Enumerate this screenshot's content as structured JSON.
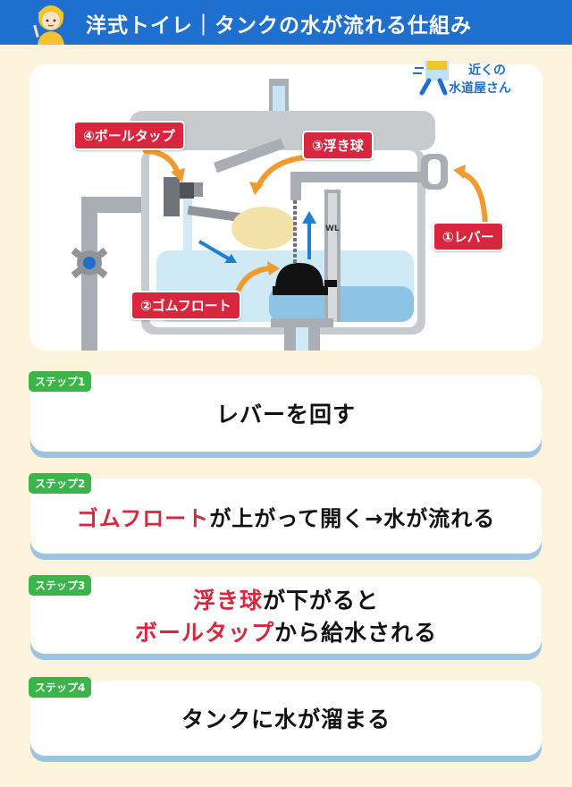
{
  "header": {
    "title": "洋式トイレ｜タンクの水が流れる仕組み"
  },
  "logo": {
    "line1": "近くの",
    "line2": "水道屋さん"
  },
  "diagram": {
    "callouts": {
      "lever": "①レバー",
      "rubber_float": "②ゴムフロート",
      "float_ball": "③浮き球",
      "ball_tap": "④ボールタップ"
    },
    "wl_label": "WL"
  },
  "steps": [
    {
      "badge": "ステップ1",
      "line1": [
        {
          "text": "レバーを回す",
          "hl": false
        }
      ]
    },
    {
      "badge": "ステップ2",
      "line1": [
        {
          "text": "ゴムフロート",
          "hl": true
        },
        {
          "text": "が上がって開く→水が流れる",
          "hl": false
        }
      ]
    },
    {
      "badge": "ステップ3",
      "line1": [
        {
          "text": "浮き球",
          "hl": true
        },
        {
          "text": "が下がると",
          "hl": false
        }
      ],
      "line2": [
        {
          "text": "ボールタップ",
          "hl": true
        },
        {
          "text": "から給水される",
          "hl": false
        }
      ]
    },
    {
      "badge": "ステップ4",
      "line1": [
        {
          "text": "タンクに水が溜まる",
          "hl": false
        }
      ]
    }
  ],
  "colors": {
    "header_bg": "#1f6fcf",
    "page_bg": "#fbf3dc",
    "accent_red": "#d7263d",
    "badge_green": "#3ab54a",
    "card_shadow": "#9bc3e3",
    "water": "#cfe9f5",
    "arrow_orange": "#f29a2e",
    "arrow_blue": "#1f7fd6"
  }
}
